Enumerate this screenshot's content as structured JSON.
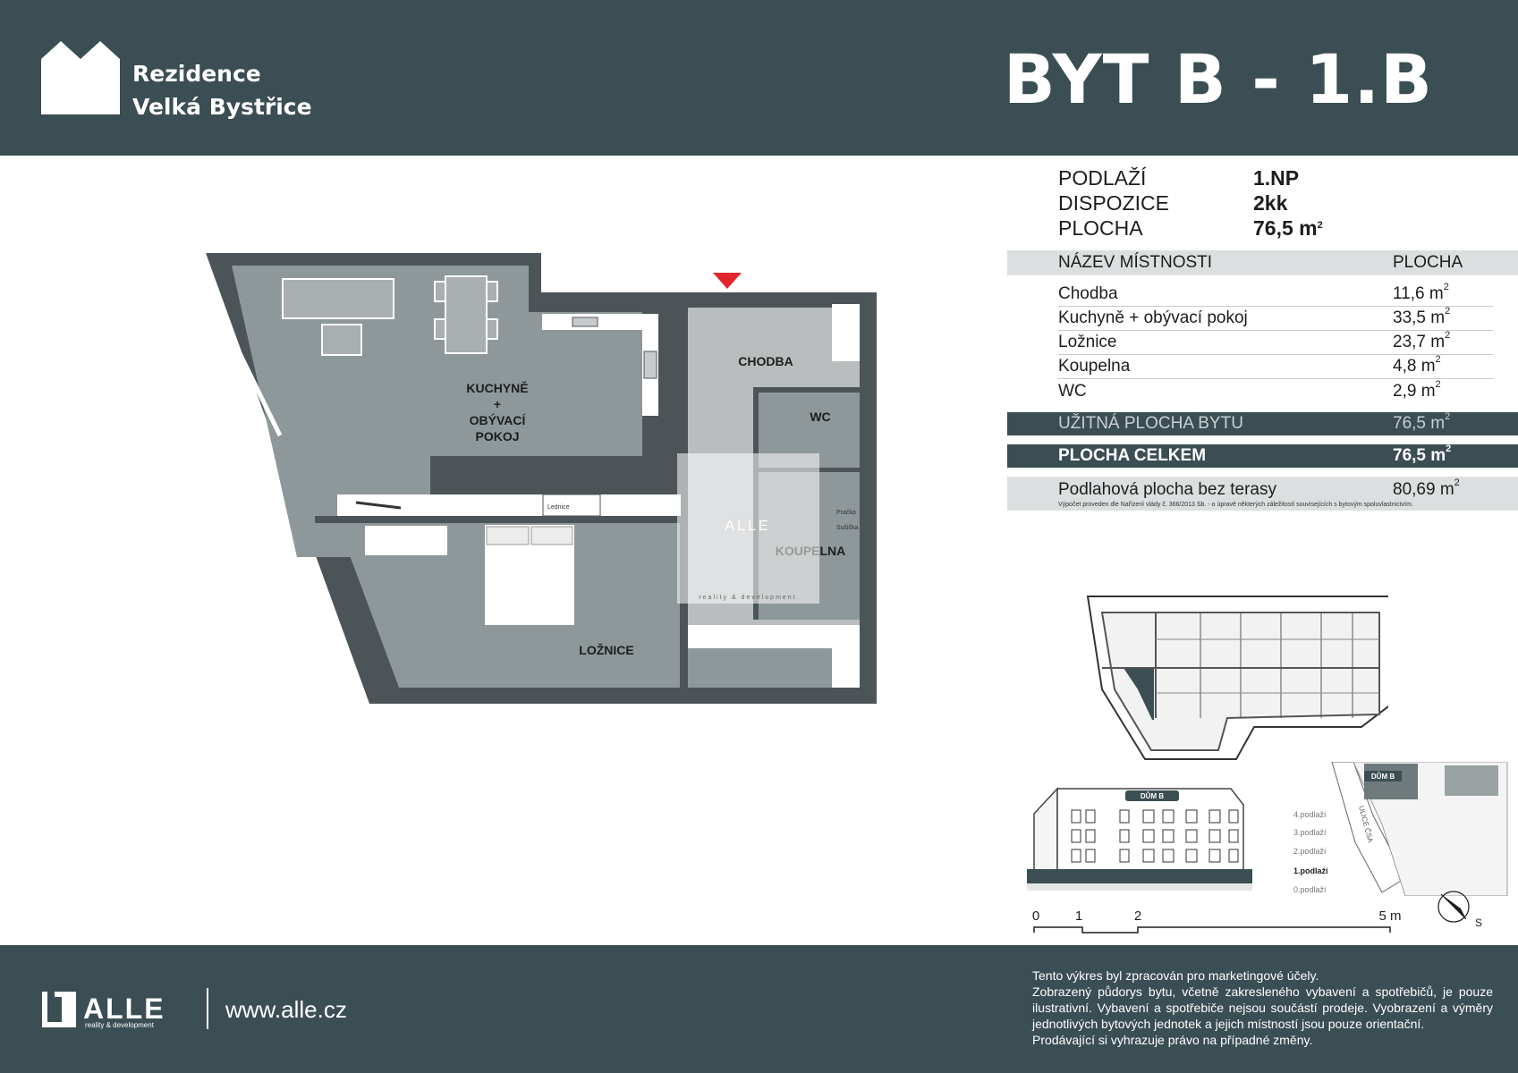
{
  "header": {
    "brand_line1": "Rezidence",
    "brand_line2": "Velká Bystřice",
    "unit_title": "BYT B - 1.B"
  },
  "summary": [
    {
      "label": "PODLAŽÍ",
      "value": "1.NP"
    },
    {
      "label": "DISPOZICE",
      "value": "2kk"
    },
    {
      "label": "PLOCHA",
      "value": "76,5 m",
      "sup": "2"
    }
  ],
  "table": {
    "header_name": "NÁZEV MÍSTNOSTI",
    "header_area": "PLOCHA",
    "rooms": [
      {
        "name": "Chodba",
        "area": "11,6 m",
        "sup": "2"
      },
      {
        "name": "Kuchyně + obývací pokoj",
        "area": "33,5 m",
        "sup": "2"
      },
      {
        "name": "Ložnice",
        "area": "23,7 m",
        "sup": "2"
      },
      {
        "name": "Koupelna",
        "area": "4,8 m",
        "sup": "2"
      },
      {
        "name": "WC",
        "area": "2,9 m",
        "sup": "2"
      }
    ],
    "usable_label": "UŽITNÁ PLOCHA BYTU",
    "usable_value": "76,5 m",
    "total_label": "PLOCHA CELKEM",
    "total_value": "76,5 m",
    "floor_label": "Podlahová plocha bez terasy",
    "floor_value": "80,69 m",
    "sup": "2",
    "note": "Výpočet proveden dle Nařízení vlády č. 366/2013 Sb. - o úpravě některých záležitostí souvisejících s bytovým spoluvlastnictvím."
  },
  "plan": {
    "kitchen_line1": "KUCHYNĚ",
    "kitchen_line2": "+",
    "kitchen_line3": "OBÝVACÍ",
    "kitchen_line4": "POKOJ",
    "corridor": "CHODBA",
    "wc": "WC",
    "bathroom": "KOUPELNA",
    "bedroom": "LOŽNICE",
    "fridge": "Lednice",
    "washer": "Pračka",
    "dryer": "Sušička",
    "watermark_brand": "ALLE",
    "watermark_sub": "reality & development",
    "entrance_color": "#e3262b",
    "room_fill": "#8e989a",
    "corridor_fill": "#b9bdbe",
    "wall_color": "#4d5457"
  },
  "elevation": {
    "house_label": "DŮM B",
    "floors": [
      "4.podlaží",
      "3.podlaží",
      "2.podlaží",
      "1.podlaží",
      "0.podlaží"
    ],
    "active_floor": "1.podlaží"
  },
  "sitemap": {
    "house_label": "DŮM B",
    "street": "ULICE ČSA"
  },
  "scale": {
    "ticks": [
      "0",
      "1",
      "2",
      "5 m"
    ]
  },
  "compass": {
    "label": "S"
  },
  "footer": {
    "brand": "ALLE",
    "brand_sub": "reality & development",
    "website": "www.alle.cz",
    "disclaimer_1": "Tento výkres byl zpracován pro marketingové účely.",
    "disclaimer_2": "Zobrazený půdorys bytu, včetně zakresleného vybavení a spotřebičů, je pouze ilustrativní. Vybavení a spotřebiče nejsou součástí prodeje. Vyobrazení a výměry jednotlivých bytových jednotek a jejich místností jsou pouze orientační.",
    "disclaimer_3": "Prodávající si vyhrazuje právo na případné změny."
  }
}
